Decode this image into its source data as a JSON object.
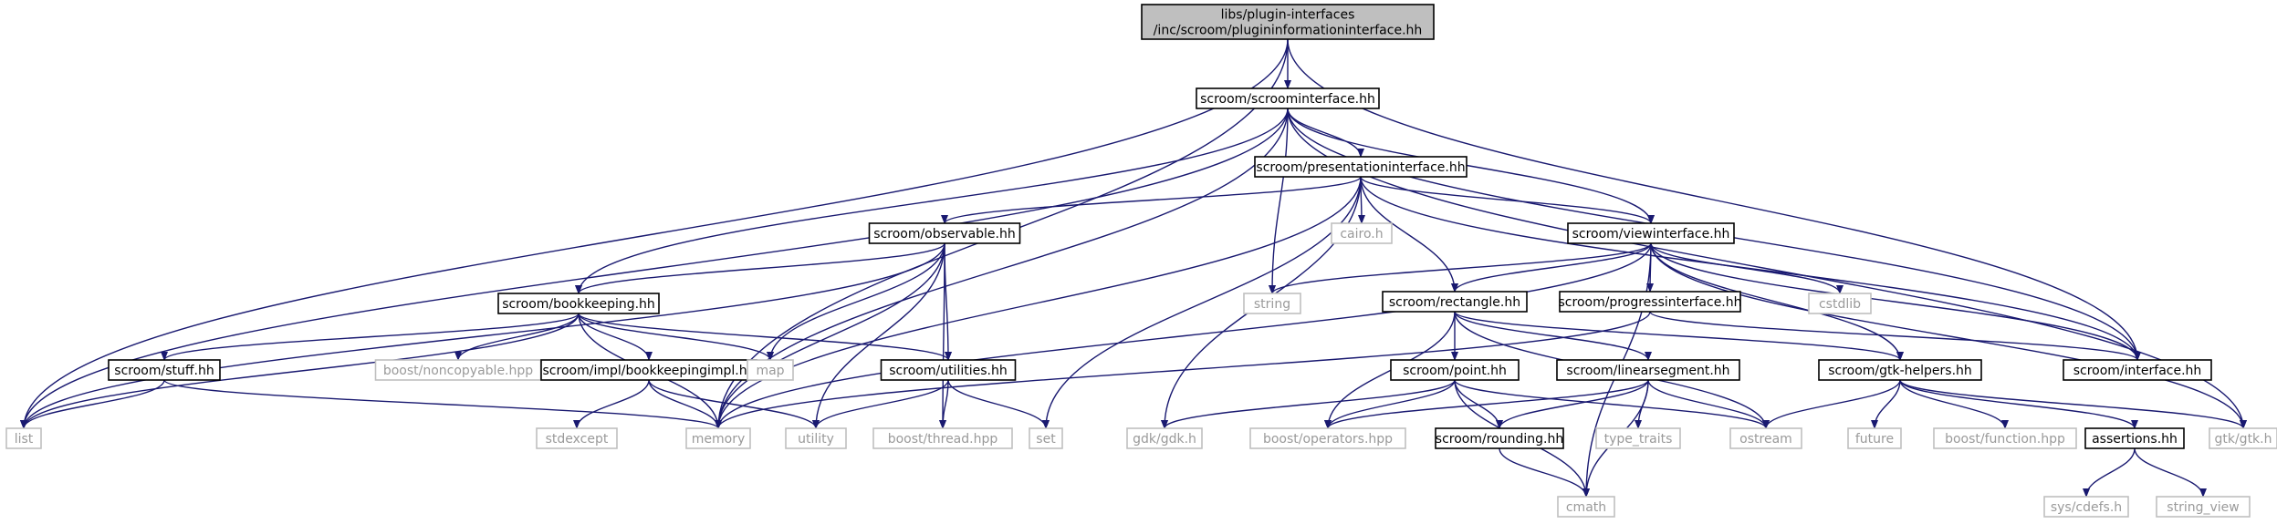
{
  "nodes": {
    "root": [
      "libs/plugin-interfaces",
      "/inc/scroom/plugininformationinterface.hh"
    ],
    "scroominterface": "scroom/scroominterface.hh",
    "presentationinterface": "scroom/presentationinterface.hh",
    "cairo": "cairo.h",
    "observable": "scroom/observable.hh",
    "viewinterface": "scroom/viewinterface.hh",
    "bookkeeping": "scroom/bookkeeping.hh",
    "string": "string",
    "rectangle": "scroom/rectangle.hh",
    "progressinterface": "scroom/progressinterface.hh",
    "cstdlib": "cstdlib",
    "stuff": "scroom/stuff.hh",
    "noncopyable": "boost/noncopyable.hpp",
    "bookkeepingimpl": "scroom/impl/bookkeepingimpl.hh",
    "map": "map",
    "utilities": "scroom/utilities.hh",
    "point": "scroom/point.hh",
    "linearsegment": "scroom/linearsegment.hh",
    "gtkhelpers": "scroom/gtk-helpers.hh",
    "interface": "scroom/interface.hh",
    "list": "list",
    "memory": "memory",
    "stdexcept": "stdexcept",
    "utility": "utility",
    "thread": "boost/thread.hpp",
    "set": "set",
    "gdk": "gdk/gdk.h",
    "operators": "boost/operators.hpp",
    "rounding": "scroom/rounding.hh",
    "type_traits": "type_traits",
    "ostream": "ostream",
    "future": "future",
    "function": "boost/function.hpp",
    "assertions": "assertions.hh",
    "gtk": "gtk/gtk.h",
    "cmath": "cmath",
    "cdefs": "sys/cdefs.h",
    "string_view": "string_view"
  }
}
